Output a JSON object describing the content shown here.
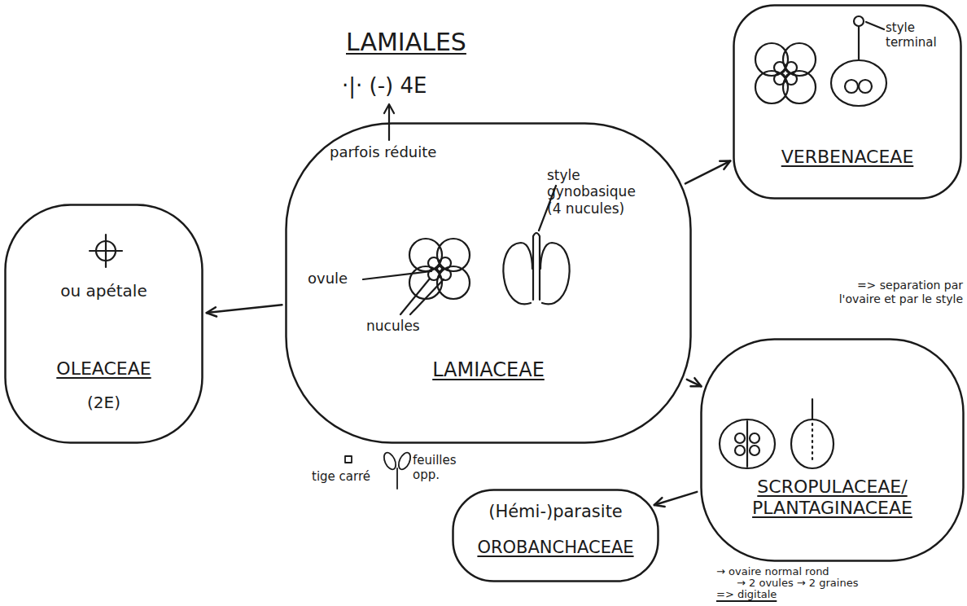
{
  "diagram": {
    "title": "LAMIALES",
    "nodes": [
      {
        "text": [
          "style terminal",
          "VERBENACEAE"
        ]
      },
      {
        "text": [
          "ou apétale",
          "OLEACEAE",
          "(2E)"
        ]
      },
      {
        "text": [
          "ovule",
          "nucules",
          "style gynobasique (4 nucules)",
          "LAMIACEAE"
        ]
      },
      {
        "text": [
          "SCROPULACEAE/ PLANTAGINACEAE"
        ]
      },
      {
        "text": [
          "(Hémi-)parasite",
          "OROBANCHACEAE"
        ]
      }
    ],
    "edges": [
      {
        "from": 2,
        "to": 1,
        "arrow": "to"
      },
      {
        "from": 2,
        "to": 0,
        "arrow": "to"
      },
      {
        "from": 2,
        "to": 3,
        "arrow": "to"
      },
      {
        "from": 3,
        "to": 4,
        "arrow": "to"
      }
    ],
    "labels": [
      "·|· (-) 4E",
      "parfois réduite",
      "tige carré",
      "feuilles opp.",
      "=> separation par l'ovaire et par le style",
      "→ ovaire normal rond",
      "→ 2 ovules → 2 graines",
      "=> digitale"
    ]
  }
}
